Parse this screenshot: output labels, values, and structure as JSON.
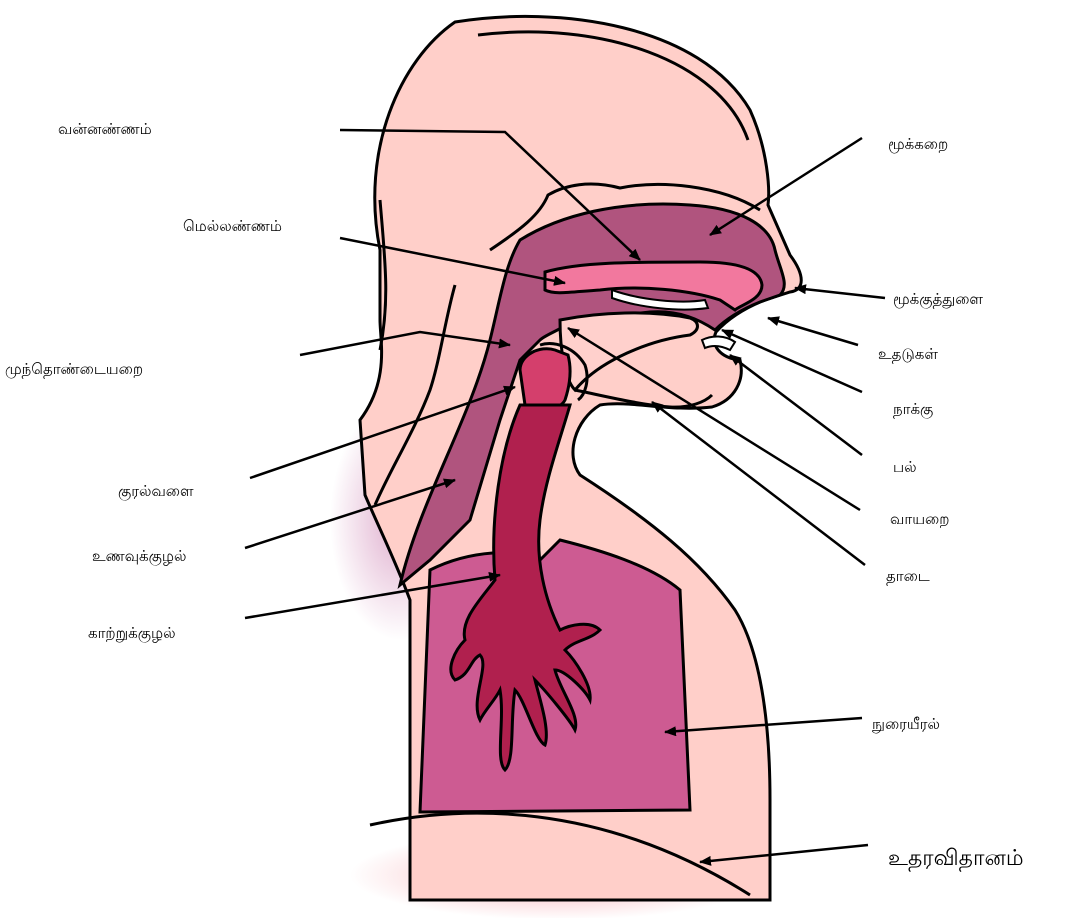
{
  "colors": {
    "skin": "#ffcfc9",
    "nasal": "#b0547e",
    "pharynx": "#b65d88",
    "palate": "#f2789e",
    "trachea": "#b0204e",
    "lungs": "#cd5b92",
    "larynx": "#d43f6c",
    "outline": "#000000"
  },
  "labels": {
    "hard_palate": "வன்னண்ணம்",
    "soft_palate": "மெல்லண்ணம்",
    "pharynx": "முந்தொண்டையறை",
    "larynx": "குரல்வளை",
    "esophagus": "உணவுக்குழல்",
    "trachea": "காற்றுக்குழல்",
    "nasal_cavity": "மூக்கறை",
    "nostril": "மூக்குத்துளை",
    "lips": "உதடுகள்",
    "tongue": "நாக்கு",
    "teeth": "பல்",
    "oral_cavity": "வாயறை",
    "jaw": "தாடை",
    "lungs": "நுரையீரல்",
    "diaphragm": "உதரவிதானம்"
  }
}
